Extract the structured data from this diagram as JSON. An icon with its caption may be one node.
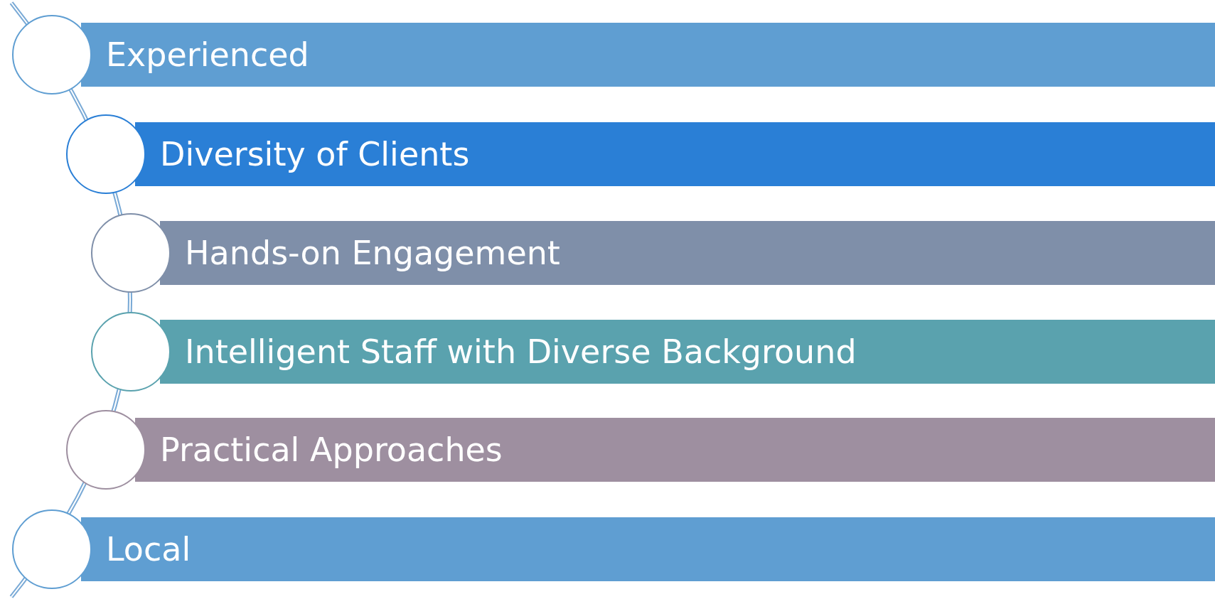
{
  "diagram": {
    "nodes": [
      {
        "text": [
          "Experienced"
        ]
      },
      {
        "text": [
          "Diversity of Clients"
        ]
      },
      {
        "text": [
          "Hands-on Engagement"
        ]
      },
      {
        "text": [
          "Intelligent Staff with Diverse Background"
        ]
      },
      {
        "text": [
          "Practical Approaches"
        ]
      },
      {
        "text": [
          "Local"
        ]
      }
    ]
  }
}
